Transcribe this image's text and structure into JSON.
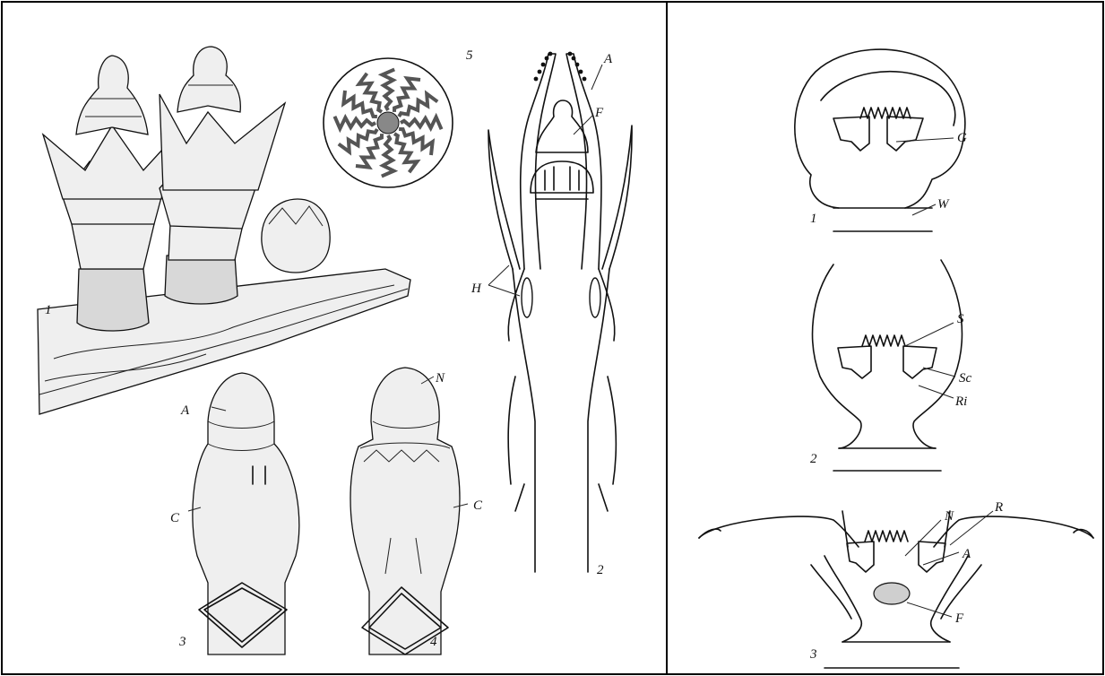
{
  "left_panel": {
    "figure_numbers": {
      "f1": "1",
      "f2": "2",
      "f3": "3",
      "f4": "4",
      "f5": "5"
    },
    "labels": {
      "A_top": "A",
      "F": "F",
      "H": "H",
      "A_bud": "A",
      "C_left": "C",
      "N": "N",
      "C_right": "C"
    }
  },
  "right_panel": {
    "figure_numbers": {
      "r1": "1",
      "r2": "2",
      "r3": "3"
    },
    "labels": {
      "G": "G",
      "W": "W",
      "S": "S",
      "Sc": "Sc",
      "Ri": "Ri",
      "N": "N",
      "R": "R",
      "A": "A",
      "F": "F"
    }
  }
}
